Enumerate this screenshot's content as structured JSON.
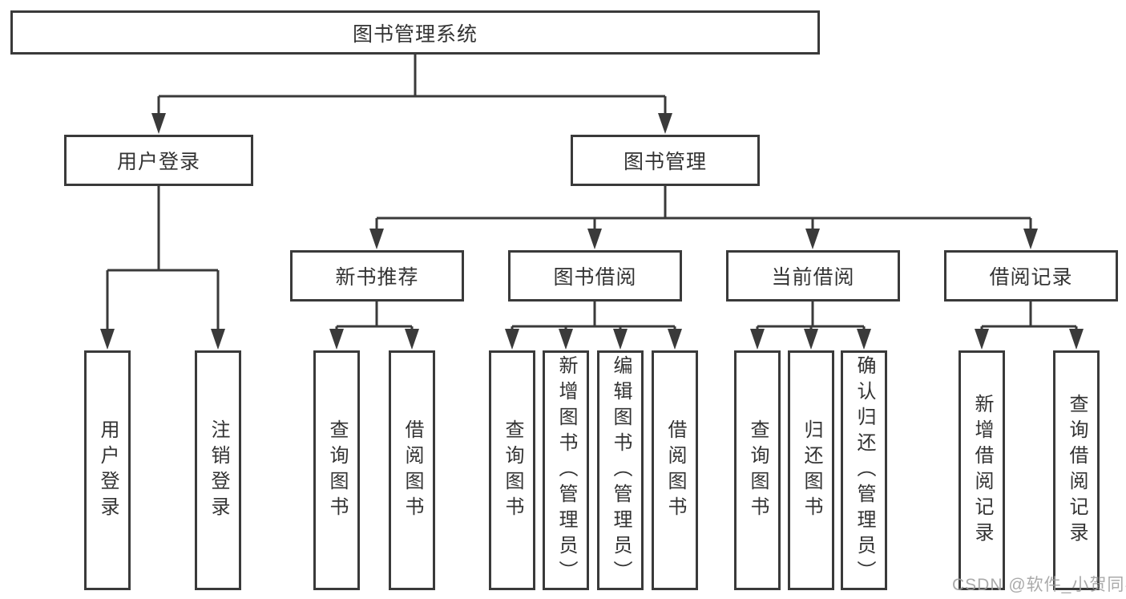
{
  "diagram": {
    "title": "图书管理系统",
    "level1": [
      {
        "label": "用户登录"
      },
      {
        "label": "图书管理"
      }
    ],
    "level2": [
      {
        "label": "新书推荐"
      },
      {
        "label": "图书借阅"
      },
      {
        "label": "当前借阅"
      },
      {
        "label": "借阅记录"
      }
    ],
    "leaves": {
      "user_login": [
        {
          "label": "用户登录"
        },
        {
          "label": "注销登录"
        }
      ],
      "new_book": [
        {
          "label": "查询图书"
        },
        {
          "label": "借阅图书"
        }
      ],
      "book_borrow": [
        {
          "label": "查询图书"
        },
        {
          "label": "新增图书（管理员）"
        },
        {
          "label": "编辑图书（管理员）"
        },
        {
          "label": "借阅图书"
        }
      ],
      "current_borrow": [
        {
          "label": "查询图书"
        },
        {
          "label": "归还图书"
        },
        {
          "label": "确认归还（管理员）"
        }
      ],
      "borrow_record": [
        {
          "label": "新增借阅记录"
        },
        {
          "label": "查询借阅记录"
        }
      ]
    }
  },
  "watermark": "CSDN @软件_小贺同学",
  "colors": {
    "line": "#3a3a3a",
    "text": "#333333",
    "box_background": "#ffffff",
    "watermark": "#9e9e9e"
  }
}
